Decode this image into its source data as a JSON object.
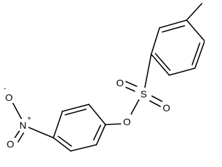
{
  "molecule": {
    "atoms": {
      "sulfur": "S",
      "sulfonyl_oxygen_upper": "O",
      "sulfonyl_oxygen_lower": "O",
      "ester_oxygen": "O",
      "nitro_nitrogen": "N",
      "nitro_nitrogen_charge": "+",
      "nitro_oxygen_upper": "O",
      "nitro_oxygen_upper_charge": "-",
      "nitro_oxygen_lower": "O"
    }
  }
}
